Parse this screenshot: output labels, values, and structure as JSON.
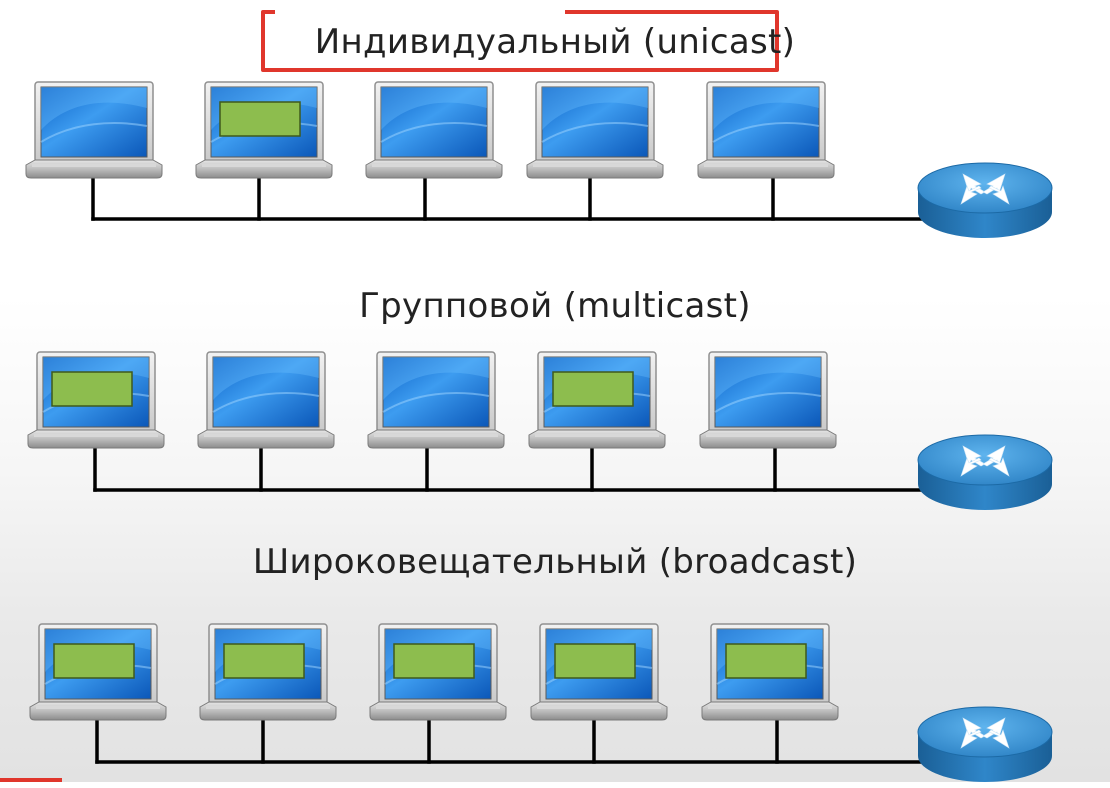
{
  "sections": [
    {
      "title": "Индивидуальный (unicast)",
      "mode": "unicast",
      "highlighted": true,
      "receivers": [
        false,
        true,
        false,
        false,
        false
      ]
    },
    {
      "title": "Групповой (multicast)",
      "mode": "multicast",
      "highlighted": false,
      "receivers": [
        true,
        false,
        false,
        true,
        false
      ]
    },
    {
      "title": "Широковещательный (broadcast)",
      "mode": "broadcast",
      "highlighted": false,
      "receivers": [
        true,
        true,
        true,
        true,
        true
      ]
    }
  ],
  "icons": {
    "host": "laptop-icon",
    "gateway": "router-icon"
  },
  "colors": {
    "highlight_border": "#e0362c",
    "packet_fill": "#8dbd4e",
    "packet_border": "#3f5a1c",
    "screen_blue": "#1f78d6",
    "router_blue": "#2f86c9",
    "wire": "#000000"
  }
}
